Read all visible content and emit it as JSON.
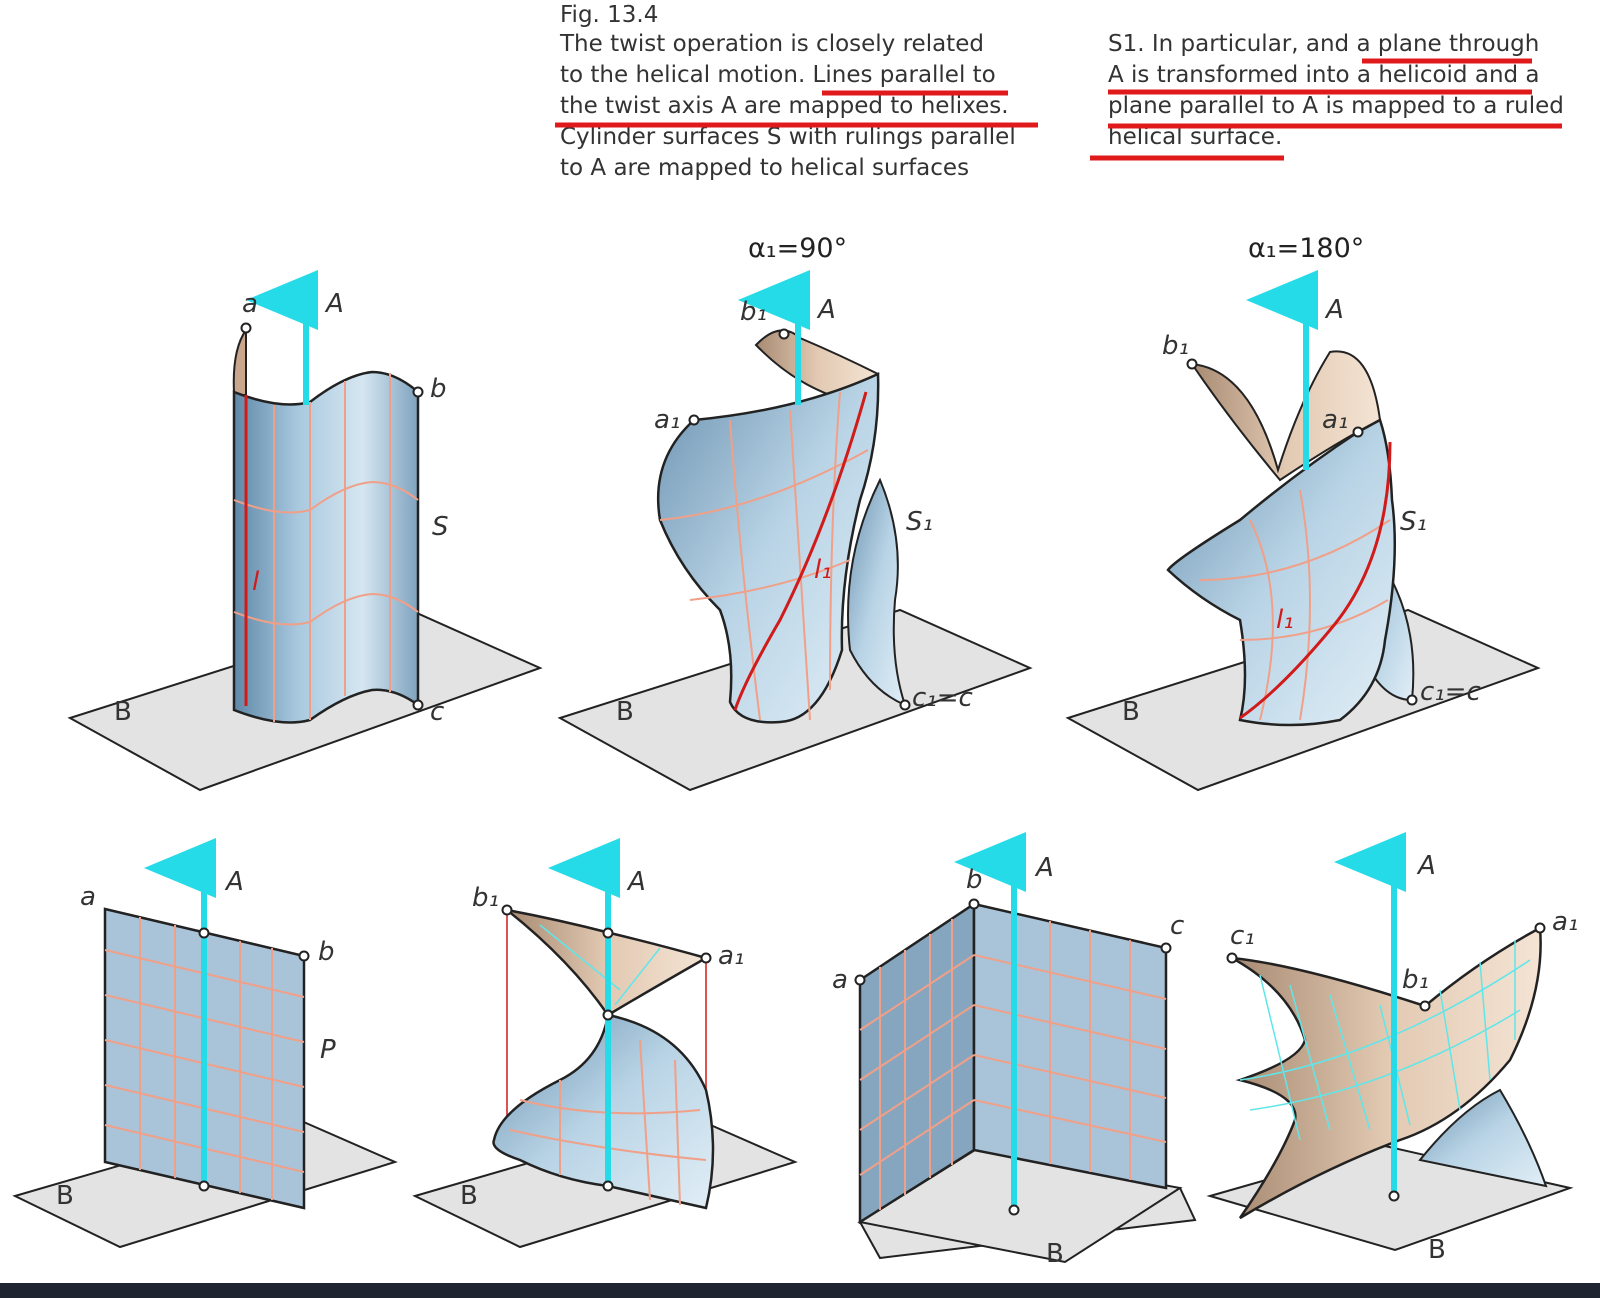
{
  "figure": {
    "number": "Fig. 13.4",
    "caption_left": [
      "The twist operation is closely related",
      "to the helical motion. Lines parallel to",
      "the twist axis A are mapped to helixes.",
      "Cylinder surfaces S with rulings parallel",
      "to A are mapped to helical surfaces"
    ],
    "caption_right": [
      "S1. In particular, and a plane through",
      "A is transformed into a helicoid and a",
      "plane parallel to A is mapped to a ruled",
      "helical surface."
    ]
  },
  "angles": {
    "first": "α₁=90°",
    "second": "α₁=180°"
  },
  "labels": {
    "axis": "A",
    "base": "B",
    "a": "a",
    "b": "b",
    "c": "c",
    "a1": "a₁",
    "b1": "b₁",
    "c1": "c₁",
    "c1c": "c₁=c",
    "S": "S",
    "S1": "S₁",
    "l": "l",
    "l1": "l₁",
    "P": "P"
  },
  "colors": {
    "axis": "#26dbe8",
    "surface": "#9fc0d6",
    "surface_back": "#d7bca6",
    "grid": "#f0a088",
    "highlight": "#d11a1a",
    "underline": "#e0191b"
  }
}
